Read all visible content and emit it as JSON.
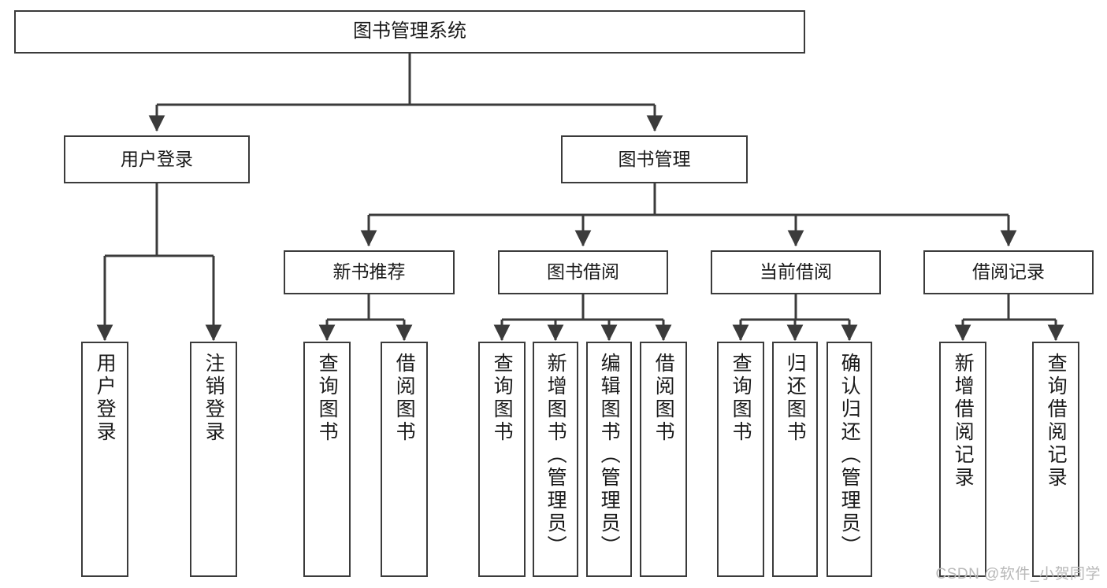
{
  "diagram": {
    "type": "tree-hierarchy",
    "title": "图书管理系统",
    "watermark": "CSDN @软件_小贺同学",
    "colors": {
      "stroke": "#3b3b3b",
      "background": "#ffffff",
      "text": "#1a1a1a",
      "watermark": "#b8b8b8"
    },
    "levels": {
      "root": {
        "label": "图书管理系统"
      },
      "level2": [
        {
          "label": "用户登录"
        },
        {
          "label": "图书管理"
        }
      ],
      "level3": [
        {
          "label": "新书推荐"
        },
        {
          "label": "图书借阅"
        },
        {
          "label": "当前借阅"
        },
        {
          "label": "借阅记录"
        }
      ],
      "leaves": [
        {
          "label": "用户登录",
          "parent": "用户登录"
        },
        {
          "label": "注销登录",
          "parent": "用户登录"
        },
        {
          "label": "查询图书",
          "parent": "新书推荐"
        },
        {
          "label": "借阅图书",
          "parent": "新书推荐"
        },
        {
          "label": "查询图书",
          "parent": "图书借阅"
        },
        {
          "label": "新增图书（管理员）",
          "parent": "图书借阅"
        },
        {
          "label": "编辑图书（管理员）",
          "parent": "图书借阅"
        },
        {
          "label": "借阅图书",
          "parent": "图书借阅"
        },
        {
          "label": "查询图书",
          "parent": "当前借阅"
        },
        {
          "label": "归还图书",
          "parent": "当前借阅"
        },
        {
          "label": "确认归还（管理员）",
          "parent": "当前借阅"
        },
        {
          "label": "新增借阅记录",
          "parent": "借阅记录"
        },
        {
          "label": "查询借阅记录",
          "parent": "借阅记录"
        }
      ]
    }
  }
}
